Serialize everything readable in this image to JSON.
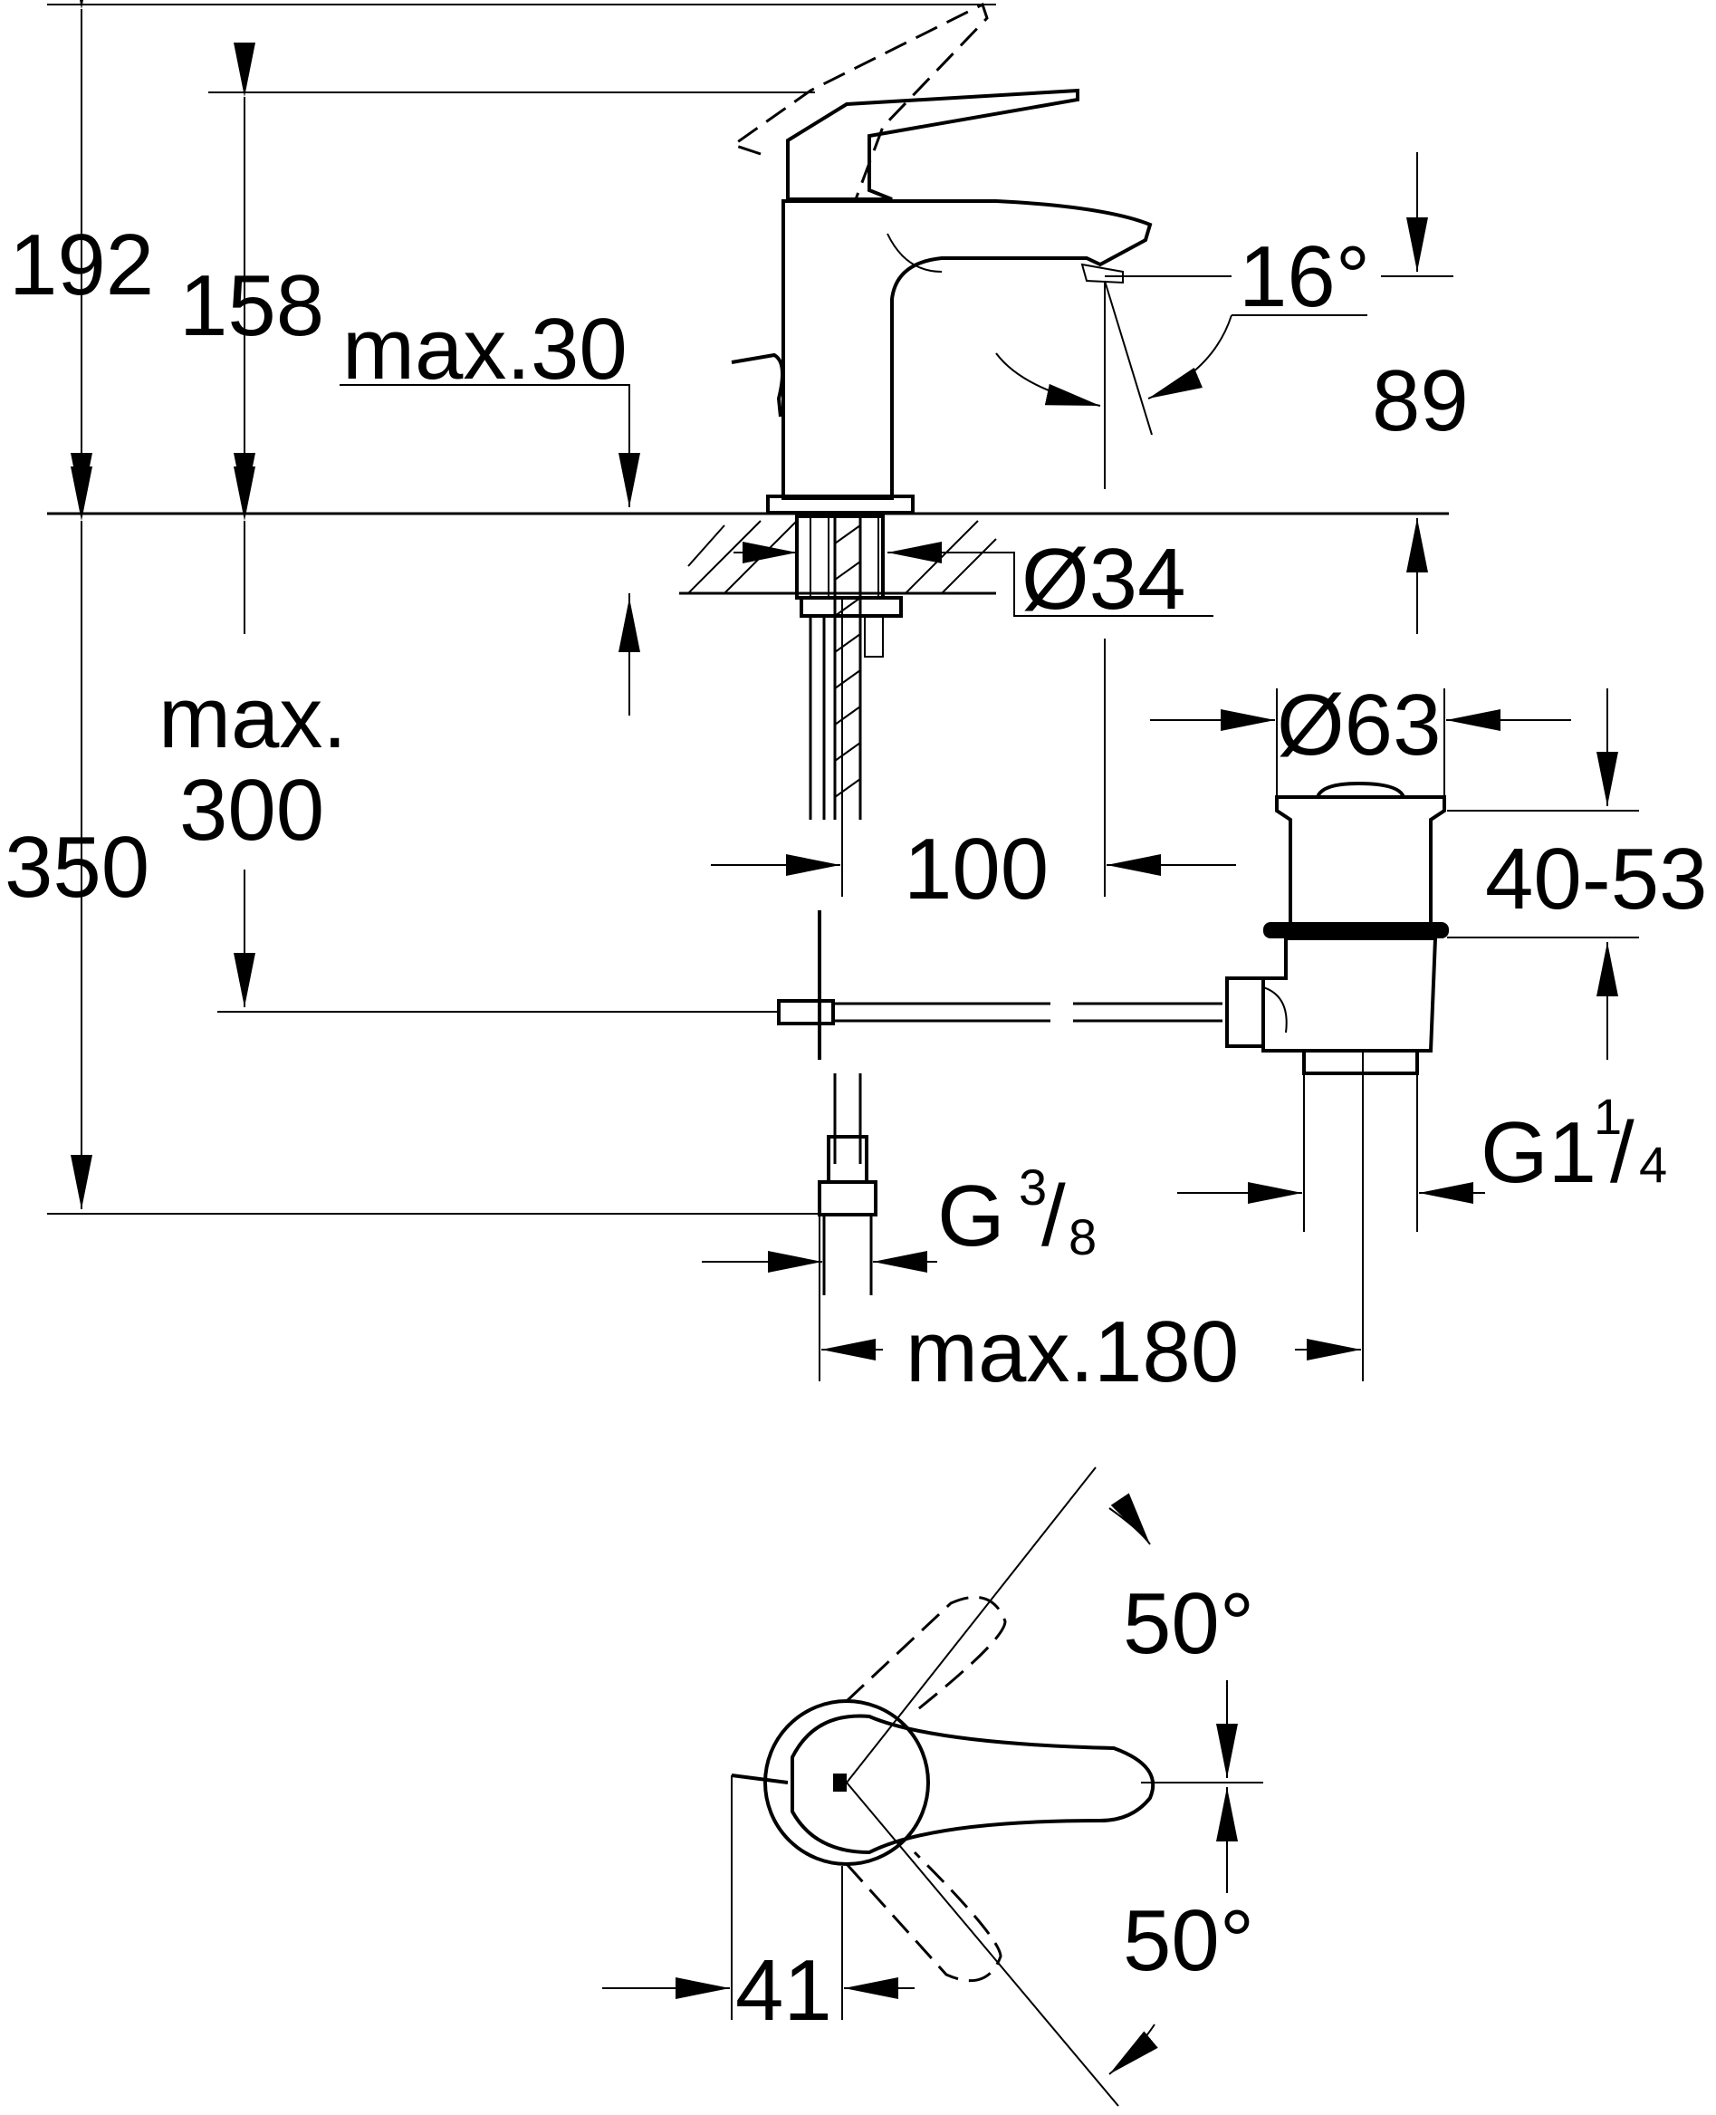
{
  "dimensions": {
    "total_height": "192",
    "spout_height": "158",
    "max_30": "max.30",
    "spout_angle": "16°",
    "spout_reach_vertical": "89",
    "hole_diameter": "Ø34",
    "max_thickness_line1": "max.",
    "max_thickness_line2": "300",
    "spout_projection": "100",
    "waste_diameter": "Ø63",
    "waste_range": "40-53",
    "supply_length": "350",
    "waste_thread_main": "G1",
    "waste_thread_num": "1",
    "waste_thread_den": "4",
    "supply_thread_main": "G ",
    "supply_thread_num": "3",
    "supply_thread_den": "8",
    "max_180": "max.180",
    "handle_angle_up": "50°",
    "handle_angle_down": "50°",
    "handle_width": "41"
  }
}
